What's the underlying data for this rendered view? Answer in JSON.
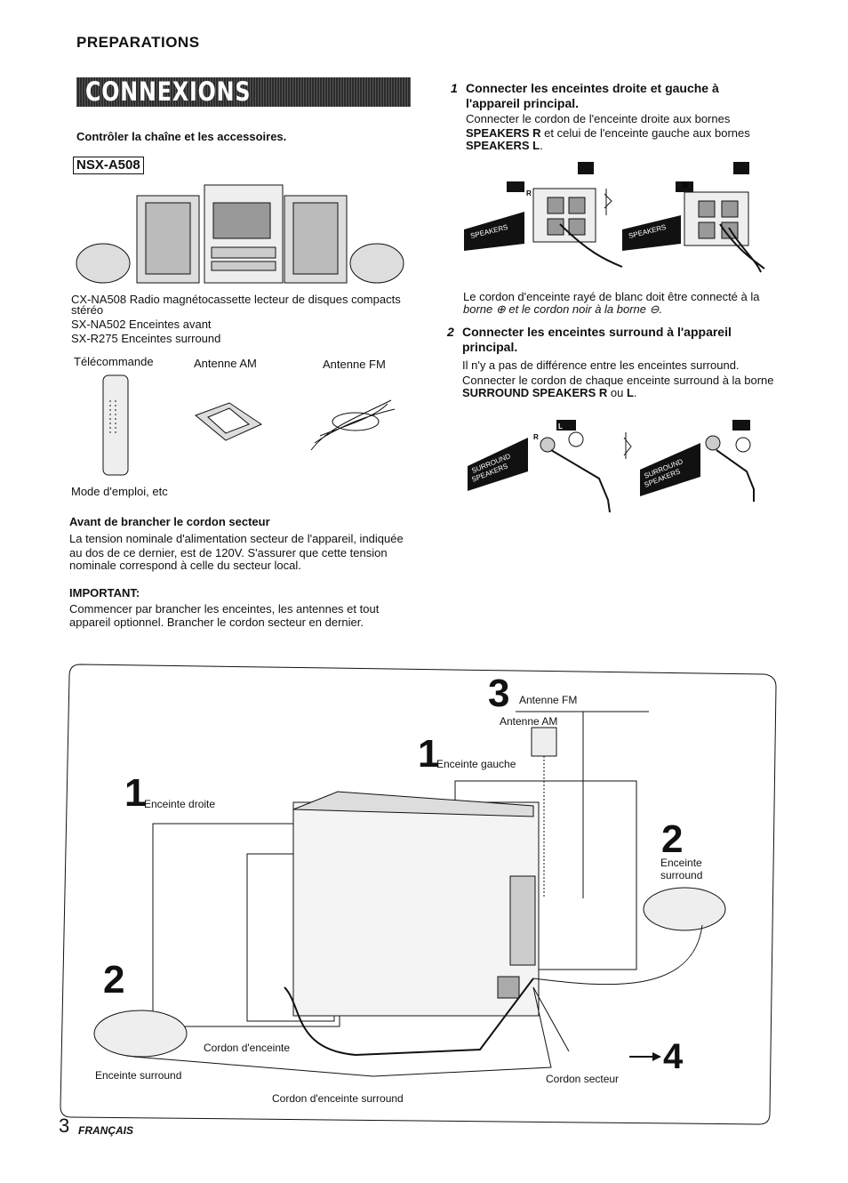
{
  "section": "PREPARATIONS",
  "banner": "CONNEXIONS",
  "left": {
    "subtitle": "Contrôler la chaîne et les accessoires.",
    "model": "NSX-A508",
    "items": [
      "CX-NA508 Radio magnétocassette lecteur de disques compacts",
      "stéréo",
      "SX-NA502 Enceintes avant",
      "SX-R275 Enceintes surround"
    ],
    "acc_remote": "Télécommande",
    "acc_am": "Antenne AM",
    "acc_fm": "Antenne FM",
    "manual": "Mode d'emploi, etc",
    "before_title": "Avant de brancher le cordon secteur",
    "before_l1": "La tension nominale d'alimentation secteur de l'appareil, indiquée",
    "before_l2": "au dos de ce dernier, est de 120V. S'assurer que cette tension",
    "before_l3": "nominale correspond à celle du secteur local.",
    "important_title": "IMPORTANT:",
    "important_l1": "Commencer par brancher les enceintes, les antennes et tout",
    "important_l2": "appareil optionnel. Brancher le cordon secteur en dernier."
  },
  "right": {
    "step1_num": "1",
    "step1_title1": "Connecter les enceintes droite et gauche à",
    "step1_title2": "l'appareil principal.",
    "step1_l1": "Connecter le cordon de l'enceinte droite aux bornes",
    "step1_l2a": "SPEAKERS R",
    "step1_l2b": " et  celui de l'enceinte gauche aux bornes",
    "step1_l3a": "SPEAKERS L",
    "step1_l3b": ".",
    "step1_note1": "Le cordon d'enceinte rayé de blanc doit être connecté à la",
    "step1_note2": "borne ⊕ et le cordon noir à la borne ⊖.",
    "step2_num": "2",
    "step2_title1": "Connecter les enceintes surround à l'appareil",
    "step2_title2": "principal.",
    "step2_l1": "Il n'y a pas de différence entre les enceintes surround.",
    "step2_l2": "Connecter le cordon de chaque enceinte surround à la borne",
    "step2_l3a": "SURROUND SPEAKERS R",
    "step2_l3b": " ou ",
    "step2_l3c": "L",
    "step2_l3d": ".",
    "speakers_label": "SPEAKERS",
    "surround_label1": "SURROUND",
    "surround_label2": "SPEAKERS",
    "term_r": "R",
    "term_l": "L"
  },
  "diagram": {
    "n3": "3",
    "fm": "Antenne FM",
    "am": "Antenne AM",
    "n1a": "1",
    "left_spk": "Enceinte gauche",
    "n1b": "1",
    "right_spk": "Enceinte droite",
    "n2a": "2",
    "surround_r1": "Enceinte",
    "surround_r2": "surround",
    "n2b": "2",
    "cord": "Cordon d'enceinte",
    "surround_l": "Enceinte surround",
    "cord_surround": "Cordon d'enceinte surround",
    "power": "Cordon secteur",
    "n4": "4"
  },
  "footer": {
    "page": "3",
    "lang": "FRANÇAIS"
  }
}
